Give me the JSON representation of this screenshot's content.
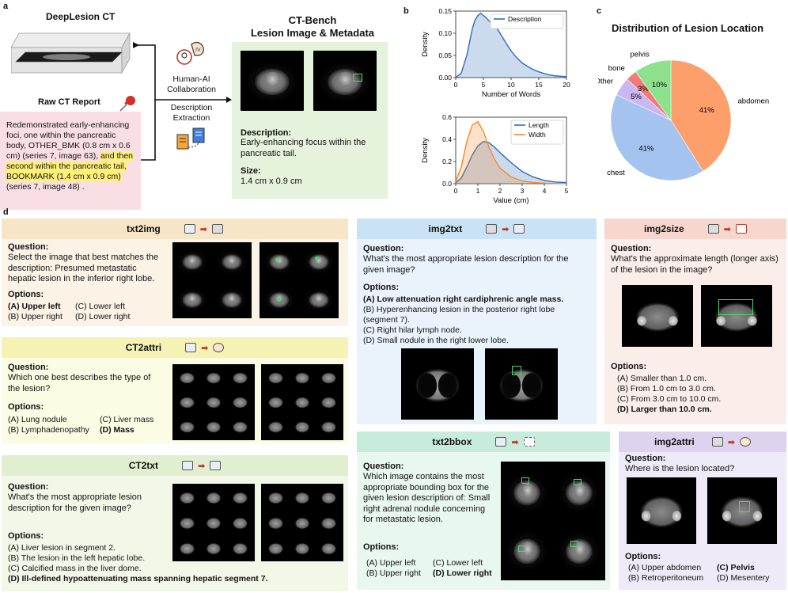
{
  "panel_letters": {
    "a": "a",
    "b": "b",
    "c": "c",
    "d": "d"
  },
  "panel_a": {
    "deeplesion_title": "DeepLesion CT",
    "raw_report_title": "Raw CT Report",
    "report_text_1": "Redemonstrated early-enhancing foci, one within the pancreatic body, OTHER_BMK (0.8 cm x 0.6 cm) (series 7, image 63),",
    "report_highlight": "and then second within the pancreatic tail, BOOKMARK (1.4 cm x 0.9 cm)",
    "report_text_2": "(series 7, image 48) .",
    "collab_label": "Human-AI Collaboration",
    "extraction_label": "Description Extraction",
    "ctbench_title_1": "CT-Bench",
    "ctbench_title_2": "Lesion Image & Metadata",
    "description_label": "Description:",
    "description_text": "Early-enhancing focus within the pancreatic tail.",
    "size_label": "Size:",
    "size_text": "1.4 cm x 0.9 cm"
  },
  "chart_data": [
    {
      "type": "area",
      "xlabel": "Number of Words",
      "ylabel": "Density",
      "xlim": [
        0,
        20
      ],
      "ylim": [
        0,
        0.15
      ],
      "x_ticks": [
        "0",
        "5",
        "10",
        "15",
        "20"
      ],
      "y_ticks": [
        "0.00",
        "0.05",
        "0.10",
        "0.15"
      ],
      "legend_position": "top-right",
      "series": [
        {
          "name": "Description",
          "color": "#2f6db5",
          "x": [
            0,
            1,
            2,
            3,
            3.5,
            4,
            4.5,
            5,
            5.5,
            6,
            6.5,
            7,
            8,
            9,
            10,
            11,
            12,
            13,
            14,
            15,
            16,
            17,
            18,
            19,
            20
          ],
          "y": [
            0,
            0.01,
            0.05,
            0.11,
            0.13,
            0.14,
            0.145,
            0.14,
            0.135,
            0.128,
            0.125,
            0.12,
            0.1,
            0.08,
            0.06,
            0.045,
            0.033,
            0.025,
            0.018,
            0.013,
            0.009,
            0.006,
            0.004,
            0.003,
            0.002
          ]
        }
      ]
    },
    {
      "type": "area",
      "xlabel": "Value (cm)",
      "ylabel": "Density",
      "xlim": [
        0,
        5
      ],
      "ylim": [
        0,
        0.6
      ],
      "x_ticks": [
        "0",
        "1",
        "2",
        "3",
        "4",
        "5"
      ],
      "y_ticks": [
        "0.0",
        "0.2",
        "0.4",
        "0.6"
      ],
      "legend_position": "top-right",
      "series": [
        {
          "name": "Length",
          "color": "#2f6db5",
          "x": [
            0,
            0.25,
            0.5,
            0.75,
            1.0,
            1.25,
            1.5,
            1.75,
            2.0,
            2.5,
            3.0,
            3.5,
            4.0,
            4.5,
            5.0
          ],
          "y": [
            0.01,
            0.05,
            0.15,
            0.26,
            0.34,
            0.38,
            0.37,
            0.33,
            0.28,
            0.19,
            0.11,
            0.06,
            0.03,
            0.015,
            0.01
          ]
        },
        {
          "name": "Width",
          "color": "#f28a2e",
          "x": [
            0,
            0.25,
            0.5,
            0.75,
            1.0,
            1.25,
            1.5,
            1.75,
            2.0,
            2.5,
            3.0,
            3.5,
            4.0,
            4.5,
            5.0
          ],
          "y": [
            0.02,
            0.15,
            0.38,
            0.53,
            0.56,
            0.47,
            0.33,
            0.22,
            0.14,
            0.06,
            0.025,
            0.01,
            0.005,
            0.002,
            0.001
          ]
        }
      ]
    },
    {
      "type": "pie",
      "title": "Distribution of Lesion Location",
      "slices": [
        {
          "label": "abdomen",
          "value": 41,
          "display": "41%",
          "color": "#fd9f6b"
        },
        {
          "label": "chest",
          "value": 41,
          "display": "41%",
          "color": "#a4c3ef"
        },
        {
          "label": "Other",
          "value": 5,
          "display": "5%",
          "color": "#cbb6f2"
        },
        {
          "label": "bone",
          "value": 3,
          "display": "3%",
          "color": "#f27a7a"
        },
        {
          "label": "pelvis",
          "value": 10,
          "display": "10%",
          "color": "#8ee28e"
        }
      ]
    }
  ],
  "panel_d": {
    "txt2img": {
      "title": "txt2img",
      "question_label": "Question:",
      "question": "Select the image that best matches the description: Presumed metastatic hepatic lesion in the inferior right lobe.",
      "options_label": "Options:",
      "opt_a": "(A) Upper left",
      "opt_b": "(B) Upper right",
      "opt_c": "(C) Lower left",
      "opt_d": "(D) Lower right"
    },
    "ct2attri": {
      "title": "CT2attri",
      "question_label": "Question:",
      "question": "Which one best describes the type of the lesion?",
      "options_label": "Options:",
      "opt_a": "(A) Lung nodule",
      "opt_b": "(B) Lymphadenopathy",
      "opt_c": "(C) Liver mass",
      "opt_d": "(D) Mass"
    },
    "ct2txt": {
      "title": "CT2txt",
      "question_label": "Question:",
      "question": "What's the most appropriate lesion description for the given image?",
      "options_label": "Options:",
      "opt_a": "(A) Liver lesion in segment 2.",
      "opt_b": "(B) The lesion in the left hepatic lobe.",
      "opt_c": "(C) Calcified mass in the liver dome.",
      "opt_d": "(D) Ill-defined hypoattenuating mass spanning hepatic segment 7."
    },
    "img2txt": {
      "title": "img2txt",
      "question_label": "Question:",
      "question": "What's the most appropriate lesion description for the given image?",
      "options_label": "Options:",
      "opt_a": "(A) Low attenuation right cardiphrenic angle mass.",
      "opt_b": "(B) Hyperenhancing lesion in the posterior right lobe (segment 7).",
      "opt_c": "(C) Right hilar lymph node.",
      "opt_d": "(D) Small nodule in the right lower lobe."
    },
    "txt2bbox": {
      "title": "txt2bbox",
      "question_label": "Question:",
      "question": "Which image contains the most appropriate bounding box for the given lesion description of: Small right adrenal nodule concerning for metastatic lesion.",
      "options_label": "Options:",
      "opt_a": "(A) Upper left",
      "opt_b": "(B) Upper right",
      "opt_c": "(C) Lower left",
      "opt_d": "(D) Lower right"
    },
    "img2size": {
      "title": "img2size",
      "question_label": "Question:",
      "question": "What's the approximate length (longer axis) of the lesion in the image?",
      "options_label": "Options:",
      "opt_a": "(A) Smaller than 1.0 cm.",
      "opt_b": "(B) From 1.0 cm to 3.0 cm.",
      "opt_c": "(C) From 3.0 cm to 10.0 cm.",
      "opt_d": "(D) Larger than 10.0 cm."
    },
    "img2attri": {
      "title": "img2attri",
      "question_label": "Question:",
      "question": "Where is the lesion located?",
      "options_label": "Options:",
      "opt_a": "(A) Upper abdomen",
      "opt_b": "(B) Retroperitoneum",
      "opt_c": "(C) Pelvis",
      "opt_d": "(D) Mesentery"
    }
  }
}
